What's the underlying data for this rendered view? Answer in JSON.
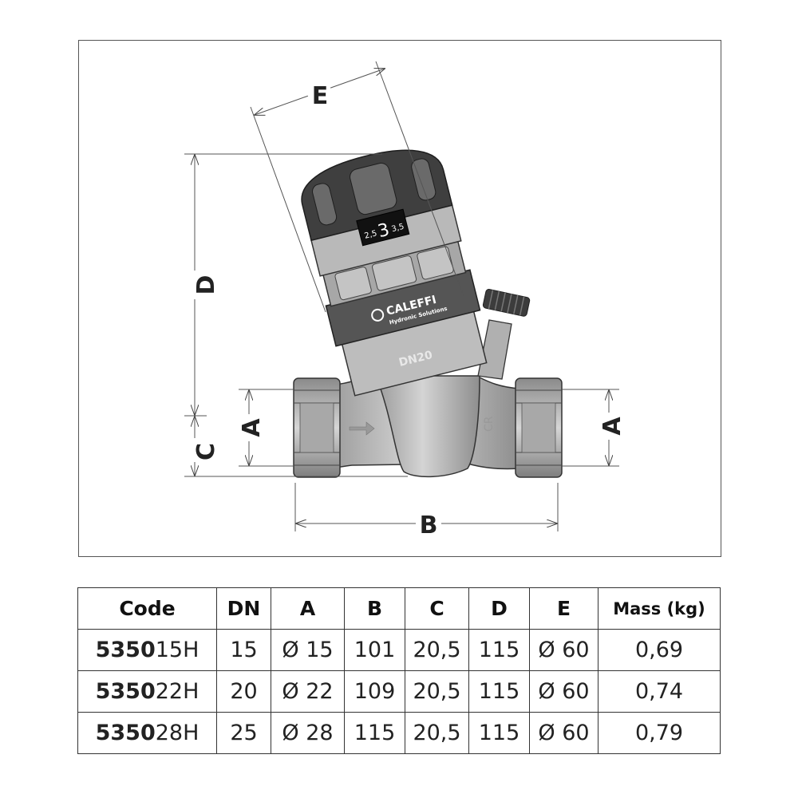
{
  "drawing": {
    "dimension_labels": {
      "a": "A",
      "b": "B",
      "c": "C",
      "d": "D",
      "e": "E"
    },
    "knob": {
      "setting_main": "3",
      "setting_low": "2,5",
      "setting_high": "3,5"
    },
    "brand": {
      "name": "CALEFFI",
      "tagline": "Hydronic Solutions"
    },
    "body_marking": "DN20",
    "colors": {
      "knob_dark": "#3f3f3f",
      "band_dark": "#555555",
      "body_grey": "#b8b8b8"
    }
  },
  "table": {
    "headers": [
      "Code",
      "DN",
      "A",
      "B",
      "C",
      "D",
      "E",
      "Mass (kg)"
    ],
    "rows": [
      {
        "code_prefix": "5350",
        "code_suffix": "15H",
        "dn": "15",
        "a": "Ø 15",
        "b": "101",
        "c": "20,5",
        "d": "115",
        "e": "Ø 60",
        "mass": "0,69"
      },
      {
        "code_prefix": "5350",
        "code_suffix": "22H",
        "dn": "20",
        "a": "Ø 22",
        "b": "109",
        "c": "20,5",
        "d": "115",
        "e": "Ø 60",
        "mass": "0,74"
      },
      {
        "code_prefix": "5350",
        "code_suffix": "28H",
        "dn": "25",
        "a": "Ø 28",
        "b": "115",
        "c": "20,5",
        "d": "115",
        "e": "Ø 60",
        "mass": "0,79"
      }
    ]
  }
}
